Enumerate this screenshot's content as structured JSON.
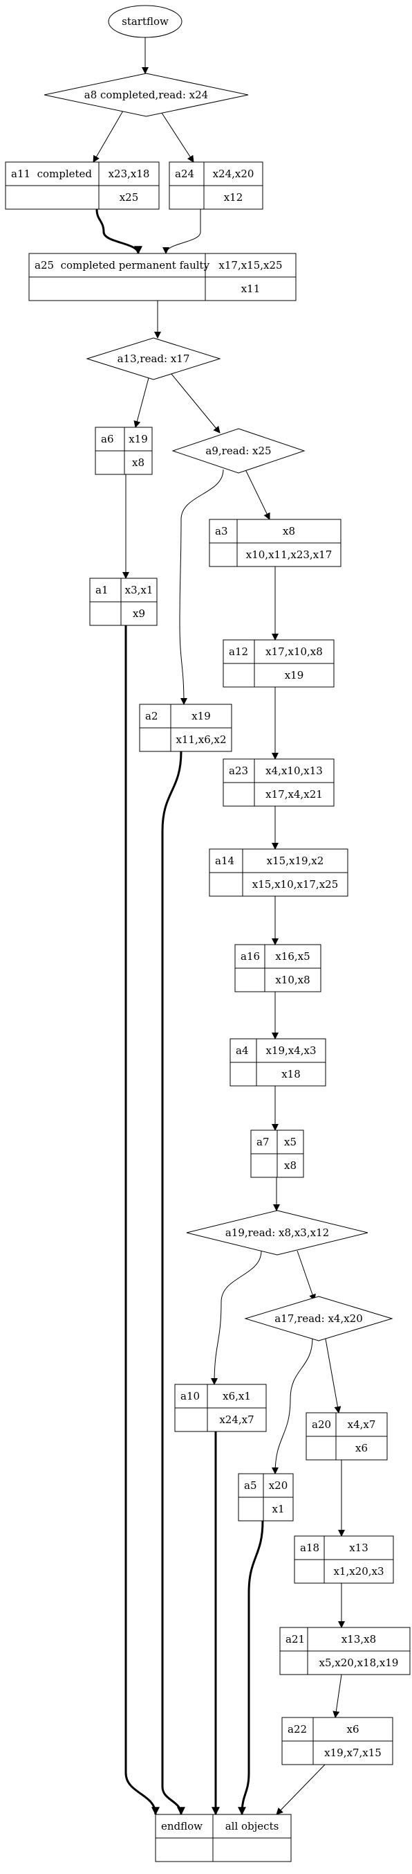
{
  "diagram": {
    "nodes": [
      {
        "id": "startflow",
        "type": "ellipse",
        "label": "startflow"
      },
      {
        "id": "d_a8",
        "type": "diamond",
        "label": "a8 completed,read: x24"
      },
      {
        "id": "a11",
        "type": "box",
        "name": "a11  completed",
        "top": "x23,x18",
        "bottom": "x25"
      },
      {
        "id": "a24",
        "type": "box",
        "name": "a24",
        "top": "x24,x20",
        "bottom": "x12"
      },
      {
        "id": "a25",
        "type": "box",
        "name": "a25  completed permanent faulty",
        "top": "x17,x15,x25",
        "bottom": "x11"
      },
      {
        "id": "d_a13",
        "type": "diamond",
        "label": "a13,read: x17"
      },
      {
        "id": "a6",
        "type": "box",
        "name": "a6",
        "top": "x19",
        "bottom": "x8"
      },
      {
        "id": "d_a9",
        "type": "diamond",
        "label": "a9,read: x25"
      },
      {
        "id": "a3",
        "type": "box",
        "name": "a3",
        "top": "x8",
        "bottom": "x10,x11,x23,x17"
      },
      {
        "id": "a1",
        "type": "box",
        "name": "a1",
        "top": "x3,x1",
        "bottom": "x9"
      },
      {
        "id": "a12",
        "type": "box",
        "name": "a12",
        "top": "x17,x10,x8",
        "bottom": "x19"
      },
      {
        "id": "a2",
        "type": "box",
        "name": "a2",
        "top": "x19",
        "bottom": "x11,x6,x2"
      },
      {
        "id": "a23",
        "type": "box",
        "name": "a23",
        "top": "x4,x10,x13",
        "bottom": "x17,x4,x21"
      },
      {
        "id": "a14",
        "type": "box",
        "name": "a14",
        "top": "x15,x19,x2",
        "bottom": "x15,x10,x17,x25"
      },
      {
        "id": "a16",
        "type": "box",
        "name": "a16",
        "top": "x16,x5",
        "bottom": "x10,x8"
      },
      {
        "id": "a4",
        "type": "box",
        "name": "a4",
        "top": "x19,x4,x3",
        "bottom": "x18"
      },
      {
        "id": "a7",
        "type": "box",
        "name": "a7",
        "top": "x5",
        "bottom": "x8"
      },
      {
        "id": "d_a19",
        "type": "diamond",
        "label": "a19,read: x8,x3,x12"
      },
      {
        "id": "d_a17",
        "type": "diamond",
        "label": "a17,read: x4,x20"
      },
      {
        "id": "a10",
        "type": "box",
        "name": "a10",
        "top": "x6,x1",
        "bottom": "x24,x7"
      },
      {
        "id": "a20",
        "type": "box",
        "name": "a20",
        "top": "x4,x7",
        "bottom": "x6"
      },
      {
        "id": "a5",
        "type": "box",
        "name": "a5",
        "top": "x20",
        "bottom": "x1"
      },
      {
        "id": "a18",
        "type": "box",
        "name": "a18",
        "top": "x13",
        "bottom": "x1,x20,x3"
      },
      {
        "id": "a21",
        "type": "box",
        "name": "a21",
        "top": "x13,x8",
        "bottom": "x5,x20,x18,x19"
      },
      {
        "id": "a22",
        "type": "box",
        "name": "a22",
        "top": "x6",
        "bottom": "x19,x7,x15"
      },
      {
        "id": "endflow",
        "type": "box",
        "name": "endflow",
        "top": "all objects",
        "bottom": ""
      }
    ],
    "edges": [
      {
        "from": "startflow",
        "to": "d_a8",
        "bold": false
      },
      {
        "from": "d_a8",
        "to": "a11",
        "bold": false
      },
      {
        "from": "d_a8",
        "to": "a24",
        "bold": false
      },
      {
        "from": "a11",
        "to": "a25",
        "bold": true
      },
      {
        "from": "a24",
        "to": "a25",
        "bold": false
      },
      {
        "from": "a25",
        "to": "d_a13",
        "bold": false
      },
      {
        "from": "d_a13",
        "to": "a6",
        "bold": false
      },
      {
        "from": "d_a13",
        "to": "d_a9",
        "bold": false
      },
      {
        "from": "a6",
        "to": "a1",
        "bold": false
      },
      {
        "from": "d_a9",
        "to": "a3",
        "bold": false
      },
      {
        "from": "d_a9",
        "to": "a2",
        "bold": false
      },
      {
        "from": "a3",
        "to": "a12",
        "bold": false
      },
      {
        "from": "a12",
        "to": "a23",
        "bold": false
      },
      {
        "from": "a23",
        "to": "a14",
        "bold": false
      },
      {
        "from": "a14",
        "to": "a16",
        "bold": false
      },
      {
        "from": "a16",
        "to": "a4",
        "bold": false
      },
      {
        "from": "a4",
        "to": "a7",
        "bold": false
      },
      {
        "from": "a7",
        "to": "d_a19",
        "bold": false
      },
      {
        "from": "d_a19",
        "to": "a10",
        "bold": false
      },
      {
        "from": "d_a19",
        "to": "d_a17",
        "bold": false
      },
      {
        "from": "d_a17",
        "to": "a20",
        "bold": false
      },
      {
        "from": "d_a17",
        "to": "a5",
        "bold": false
      },
      {
        "from": "a20",
        "to": "a18",
        "bold": false
      },
      {
        "from": "a18",
        "to": "a21",
        "bold": false
      },
      {
        "from": "a21",
        "to": "a22",
        "bold": false
      },
      {
        "from": "a1",
        "to": "endflow",
        "bold": true
      },
      {
        "from": "a2",
        "to": "endflow",
        "bold": true
      },
      {
        "from": "a10",
        "to": "endflow",
        "bold": true
      },
      {
        "from": "a5",
        "to": "endflow",
        "bold": true
      },
      {
        "from": "a22",
        "to": "endflow",
        "bold": false
      }
    ]
  }
}
